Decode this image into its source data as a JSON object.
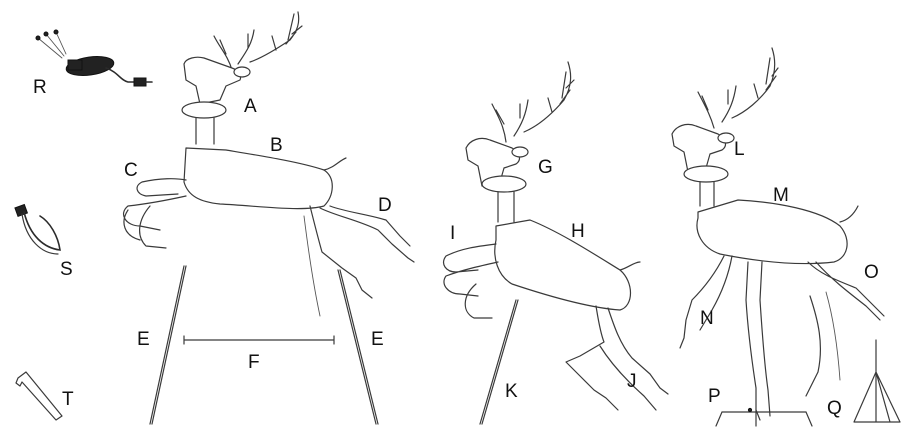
{
  "labels": {
    "A": "A",
    "B": "B",
    "C": "C",
    "D": "D",
    "E": "E",
    "F": "F",
    "G": "G",
    "H": "H",
    "I": "I",
    "J": "J",
    "K": "K",
    "L": "L",
    "M": "M",
    "N": "N",
    "O": "O",
    "P": "P",
    "Q": "Q",
    "R": "R",
    "S": "S",
    "T": "T"
  },
  "colors": {
    "line": "#3a3a3a",
    "text": "#111111",
    "background": "#ffffff"
  }
}
